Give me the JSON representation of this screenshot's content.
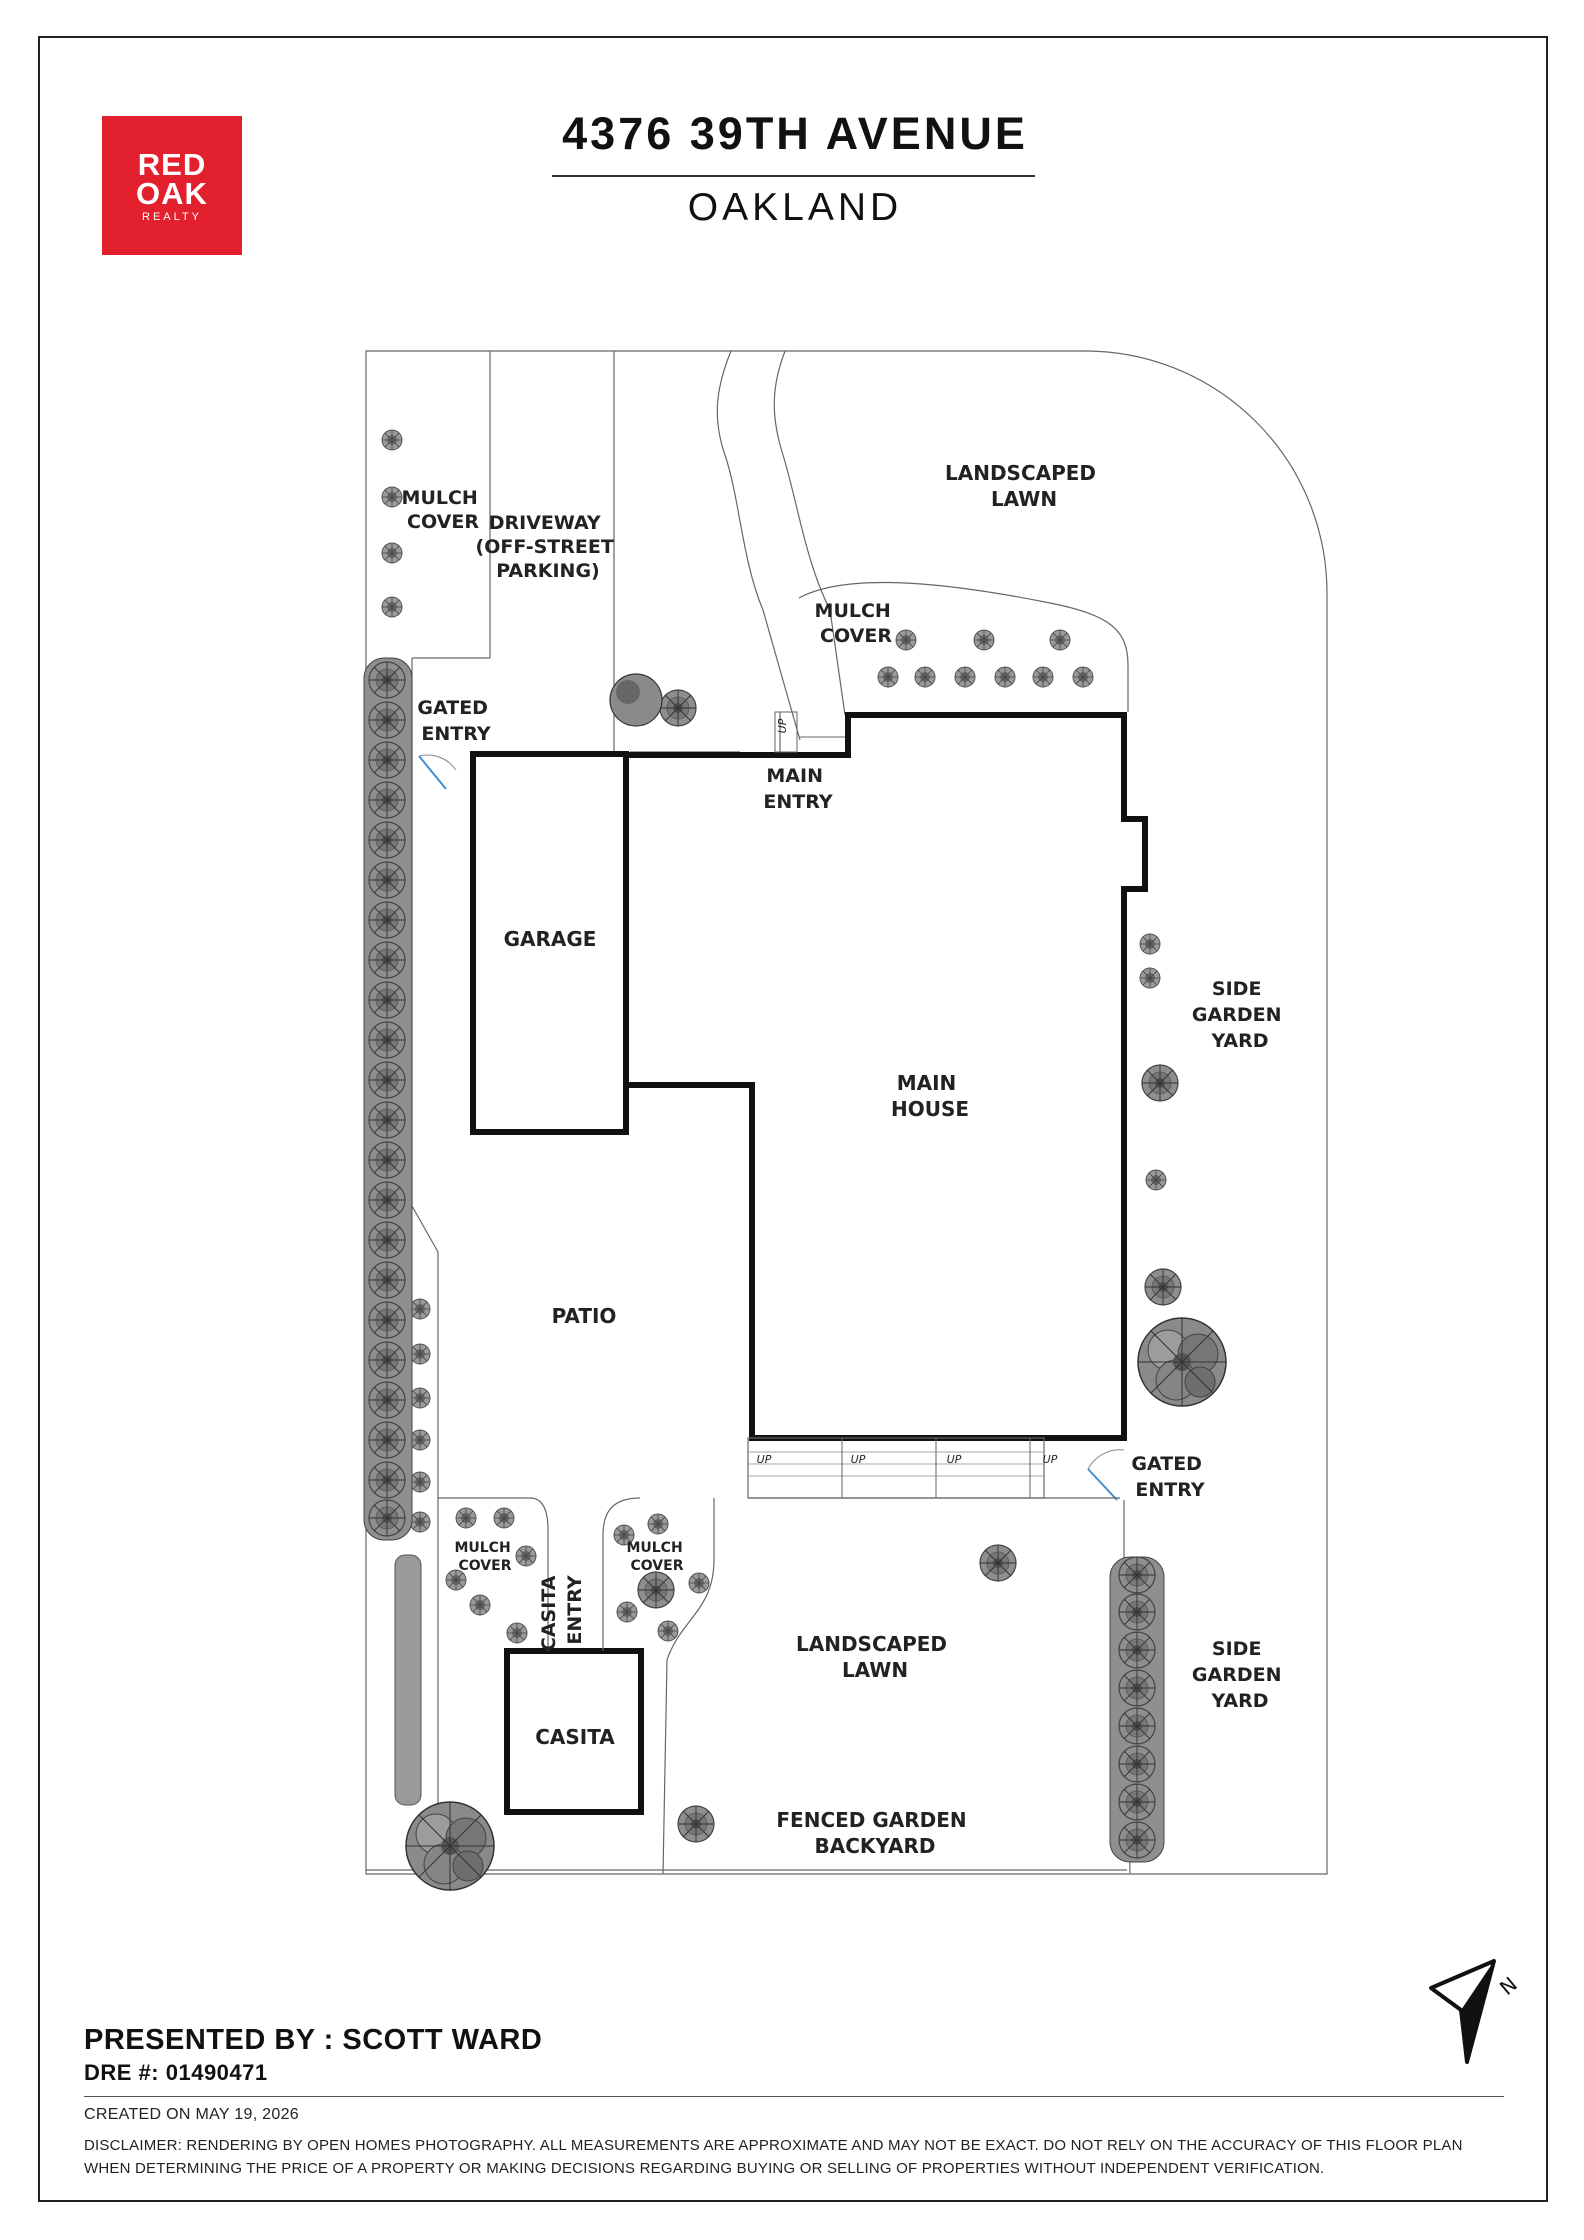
{
  "header": {
    "title": "4376 39TH AVENUE",
    "subtitle": "OAKLAND"
  },
  "logo": {
    "line1": "RED",
    "line2": "OAK",
    "line3": "REALTY",
    "color": "#e3202e"
  },
  "rooms": {
    "main_house": [
      "MAIN",
      "HOUSE"
    ],
    "garage": [
      "GARAGE"
    ],
    "casita": [
      "CASITA"
    ]
  },
  "areas": {
    "landscaped_lawn_top": [
      "LANDSCAPED",
      "LAWN"
    ],
    "mulch_cover_top_left": [
      "MULCH",
      "COVER"
    ],
    "driveway": [
      "DRIVEWAY",
      "(OFF-STREET",
      "PARKING)"
    ],
    "mulch_cover_top": [
      "MULCH",
      "COVER"
    ],
    "gated_entry_left": [
      "GATED",
      "ENTRY"
    ],
    "main_entry": [
      "MAIN",
      "ENTRY"
    ],
    "side_garden_yard_top": [
      "SIDE",
      "GARDEN",
      "YARD"
    ],
    "patio": [
      "PATIO"
    ],
    "gated_entry_right": [
      "GATED",
      "ENTRY"
    ],
    "mulch_cover_small_left": [
      "MULCH",
      "COVER"
    ],
    "mulch_cover_small_right": [
      "MULCH",
      "COVER"
    ],
    "casita_entry": [
      "CASITA",
      "ENTRY"
    ],
    "landscaped_lawn_bottom": [
      "LANDSCAPED",
      "LAWN"
    ],
    "side_garden_yard_bottom": [
      "SIDE",
      "GARDEN",
      "YARD"
    ],
    "fenced_garden": [
      "FENCED GARDEN",
      "BACKYARD"
    ]
  },
  "steps_label": "UP",
  "compass": {
    "label": "N",
    "icon": "north-arrow-icon"
  },
  "footer": {
    "presented_by": "PRESENTED BY :  SCOTT WARD",
    "dre": "DRE #:  01490471",
    "created": "CREATED ON MAY 19, 2026",
    "disclaimer_line1": "DISCLAIMER: RENDERING BY OPEN HOMES PHOTOGRAPHY. ALL MEASUREMENTS ARE APPROXIMATE AND MAY NOT BE EXACT. DO NOT RELY ON THE ACCURACY OF THIS FLOOR PLAN",
    "disclaimer_line2": "WHEN DETERMINING THE PRICE OF A PROPERTY OR MAKING DECISIONS REGARDING BUYING OR SELLING OF PROPERTIES WITHOUT INDEPENDENT VERIFICATION."
  }
}
